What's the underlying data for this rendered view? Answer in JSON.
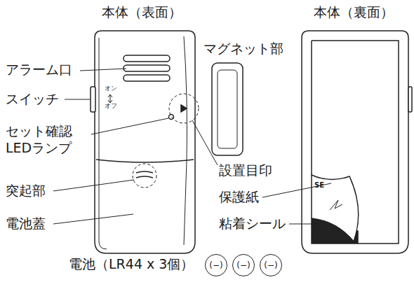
{
  "diagram": {
    "nodes": [
      {
        "text": [
          "(−)"
        ]
      },
      {
        "text": [
          "(−)"
        ]
      },
      {
        "text": [
          "(−)"
        ]
      }
    ],
    "labels": [
      "本体（表面）",
      "本体（裏面）",
      "マグネット部",
      "アラーム口",
      "スイッチ",
      "セット確認 LEDランプ",
      "突起部",
      "電池蓋",
      "設置目印",
      "保護紙",
      "粘着シール",
      "電池（LR44 x 3個）",
      "オン",
      "オフ",
      "SE"
    ]
  }
}
